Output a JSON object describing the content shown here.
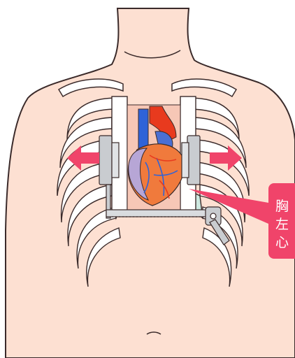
{
  "callout": {
    "lines": [
      "胸",
      "左",
      "心"
    ],
    "color": "#f0446a"
  },
  "colors": {
    "skin": "#fde0d2",
    "skin_outline": "#3a2a2a",
    "rib": "#ffffff",
    "cartilage": "#cde8e0",
    "retractor": "#c9ccd0",
    "heart": "#f07a3c",
    "aorta": "#e83a1e",
    "vein": "#2f63d8",
    "spread_arrow": "#f0446a"
  },
  "icons": [
    "left-arrow-icon",
    "right-arrow-icon"
  ]
}
